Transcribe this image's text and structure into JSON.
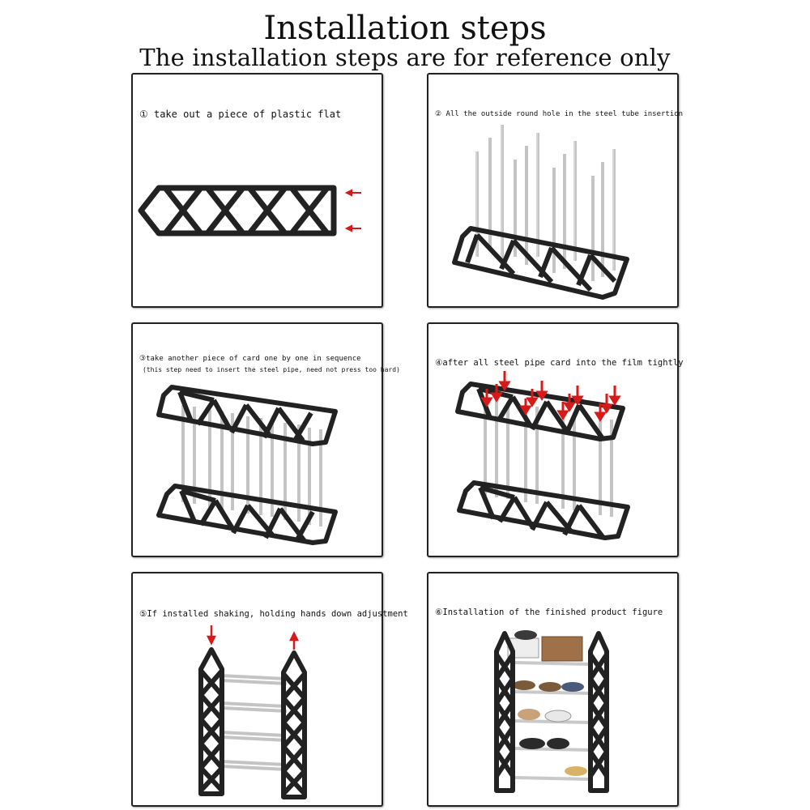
{
  "header": {
    "title": "Installation steps",
    "subtitle": "The installation steps are for reference only"
  },
  "steps": [
    {
      "caption": "① take out a piece of plastic flat"
    },
    {
      "caption": "② All the outside round hole in the steel tube insertion"
    },
    {
      "caption": "③take another piece of card one by one in sequence",
      "note": "(this step need to insert the steel pipe, need not press too hard)"
    },
    {
      "caption": "④after all steel pipe card into the film tightly"
    },
    {
      "caption": "⑤If installed shaking, holding hands down adjustment"
    },
    {
      "caption": "⑥Installation of the finished product figure"
    }
  ],
  "colors": {
    "frame": "#222222",
    "pipe": "#bfbfbf",
    "arrow": "#d61a1a",
    "border": "#222222"
  }
}
